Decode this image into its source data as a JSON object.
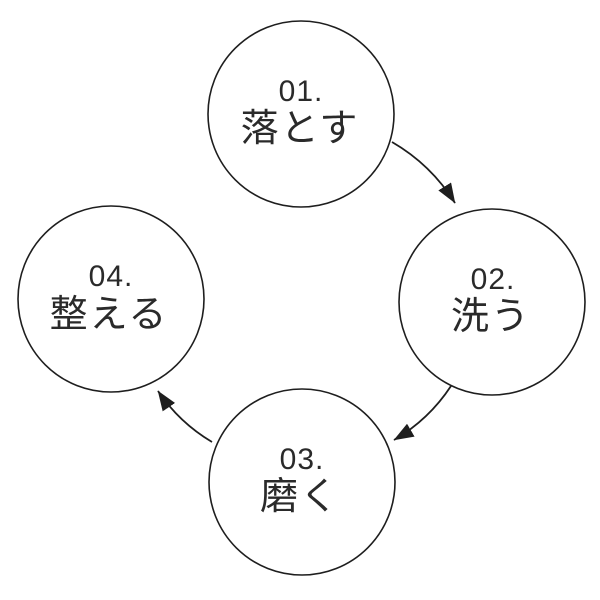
{
  "diagram": {
    "type": "process-cycle",
    "background_color": "#ffffff",
    "line_color": "#1e1e1e",
    "text_color": "#2a2a2a",
    "steps": [
      {
        "number": "01.",
        "label": "落とす"
      },
      {
        "number": "02.",
        "label": "洗う"
      },
      {
        "number": "03.",
        "label": "磨く"
      },
      {
        "number": "04.",
        "label": "整える"
      }
    ],
    "arrows": [
      {
        "from": "01",
        "to": "02"
      },
      {
        "from": "02",
        "to": "03"
      },
      {
        "from": "03",
        "to": "04"
      }
    ]
  }
}
